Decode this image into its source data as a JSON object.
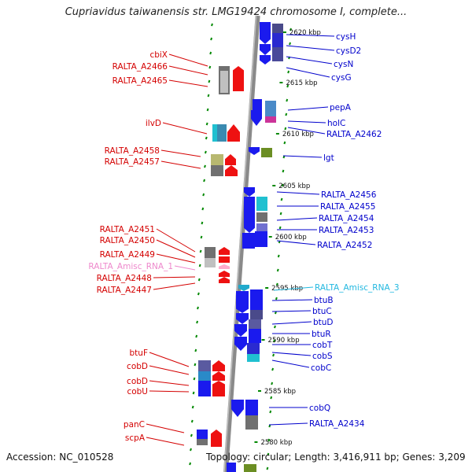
{
  "title": "Cupriavidus taiwanensis str. LMG19424 chromosome I, complete...",
  "accession": "Accession: NC_010528",
  "summary": "Topology: circular; Length: 3,416,911 bp; Genes: 3,209",
  "colors": {
    "left_label": "#d40000",
    "right_label": "#0000cc",
    "rna_left_label": "#ee88cc",
    "rna_right_label": "#22b8e0",
    "backbone": "#8a8a8a",
    "tick": "#008800"
  },
  "coordinates": [
    "2620 kbp",
    "2615 kbp",
    "2610 kbp",
    "2605 kbp",
    "2600 kbp",
    "2595 kbp",
    "2590 kbp",
    "2585 kbp",
    "2580 kbp"
  ],
  "left_genes": [
    "cbiX",
    "RALTA_A2466",
    "RALTA_A2465",
    "ilvD",
    "RALTA_A2458",
    "RALTA_A2457",
    "RALTA_A2451",
    "RALTA_A2450",
    "RALTA_A2449",
    "RALTA_Amisc_RNA_1",
    "RALTA_A2448",
    "RALTA_A2447",
    "btuF",
    "cobD",
    "cobD",
    "cobU",
    "panC",
    "scpA"
  ],
  "right_genes": [
    "cysH",
    "cysD2",
    "cysN",
    "cysG",
    "pepA",
    "holC",
    "RALTA_A2462",
    "lgt",
    "RALTA_A2456",
    "RALTA_A2455",
    "RALTA_A2454",
    "RALTA_A2453",
    "RALTA_A2452",
    "RALTA_Amisc_RNA_3",
    "btuB",
    "btuC",
    "btuD",
    "btuR",
    "cobT",
    "cobS",
    "cobC",
    "cobQ",
    "RALTA_A2434"
  ]
}
